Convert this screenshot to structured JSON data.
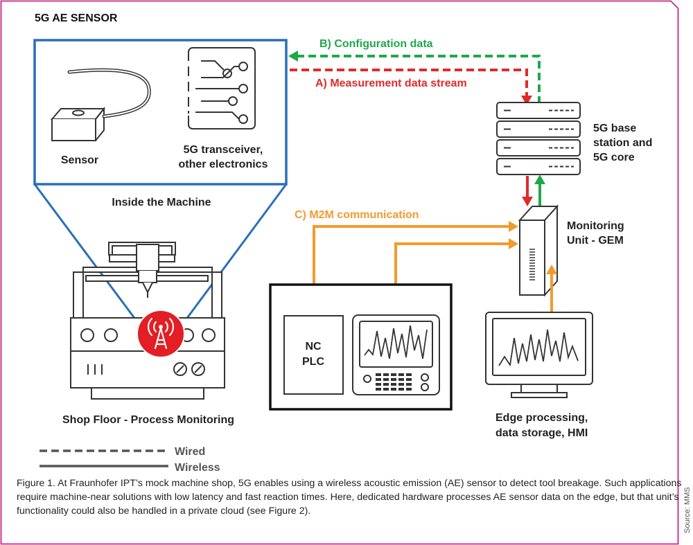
{
  "colors": {
    "border": "#c42887",
    "callout_blue": "#2a6fb8",
    "measurement_red": "#e02a2a",
    "config_green": "#1fa84a",
    "m2m_orange": "#f29a2e",
    "line_dark": "#333333",
    "alarm_red": "#e31e24"
  },
  "header": {
    "title": "5G AE SENSOR"
  },
  "callout": {
    "sensor_label": "Sensor",
    "transceiver_label_line1": "5G transceiver,",
    "transceiver_label_line2": "other electronics",
    "inside_label": "Inside the Machine"
  },
  "flows": {
    "configuration": "B) Configuration data",
    "measurement": "A) Measurement data stream",
    "m2m": "C) M2M communication"
  },
  "base_station": {
    "label_line1": "5G base",
    "label_line2": "station and",
    "label_line3": "5G core",
    "icon": "server-rack-icon"
  },
  "monitoring_unit": {
    "label_line1": "Monitoring",
    "label_line2": "Unit - GEM",
    "icon": "tower-pc-icon"
  },
  "controller": {
    "nc_label": "NC",
    "plc_label": "PLC"
  },
  "edge": {
    "label_line1": "Edge processing,",
    "label_line2": "data storage, HMI",
    "icon": "monitor-icon"
  },
  "shop_floor": {
    "label": "Shop Floor - Process Monitoring",
    "icon": "cnc-machine-icon",
    "wireless_icon": "antenna-icon"
  },
  "legend": {
    "wired": "Wired",
    "wireless": "Wireless"
  },
  "caption": {
    "line1": "Figure 1. At Fraunhofer IPT’s mock machine shop, 5G enables using a wireless acoustic emission (AE) sensor to detect tool breakage. Such applications",
    "line2": "require machine-near solutions with low latency and fast reaction times. Here, dedicated hardware processes AE sensor data on the edge, but that unit’s",
    "line3": "functionality could also be handled in a private cloud (see Figure 2)."
  },
  "source": "Source: MMS"
}
